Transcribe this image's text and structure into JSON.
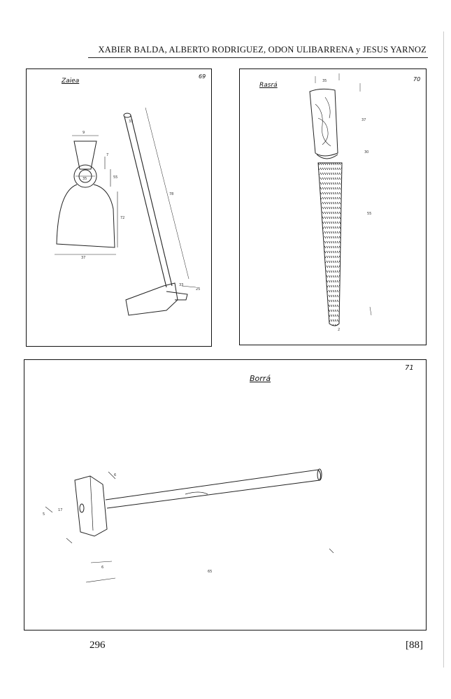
{
  "header": {
    "authors": "XABIER BALDA, ALBERTO RODRIGUEZ, ODON ULIBARRENA y JESUS YARNOZ"
  },
  "plates": [
    {
      "number": "69",
      "title": "Zaiea",
      "object": "hoe-drawing",
      "dims": [
        "9",
        "7",
        "35",
        "55",
        "72",
        "37",
        "33",
        "78",
        "33",
        "25"
      ]
    },
    {
      "number": "70",
      "title": "Rasrá",
      "object": "rasp-drawing",
      "dims": [
        "35",
        "37",
        "30",
        "55",
        "2"
      ]
    },
    {
      "number": "71",
      "title": "Borrá",
      "object": "sledgehammer-drawing",
      "dims": [
        "6",
        "5",
        "17",
        "6",
        "65"
      ]
    }
  ],
  "footer": {
    "page_number": "296",
    "bracket_number": "[88]"
  }
}
